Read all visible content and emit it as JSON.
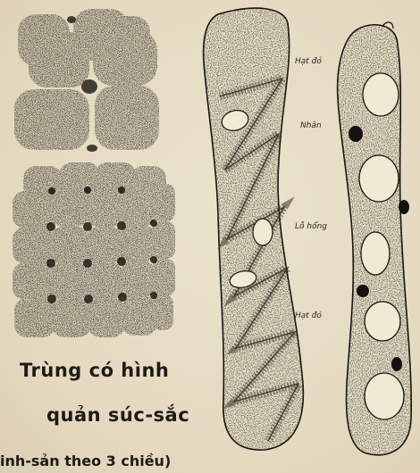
{
  "captions": {
    "line1": "Trùng có hình",
    "line2": "quản súc-sắc",
    "line3": "inh-sản theo 3  chiều)"
  },
  "labels": {
    "hat_do_top": "Hạt đỏ",
    "nhan": "Nhân",
    "lo_hong": "Lỗ hổng",
    "hat_do_bottom": "Hạt đỏ"
  },
  "colors": {
    "paper": "#e6dcc3",
    "ink": "#1d1b18"
  }
}
